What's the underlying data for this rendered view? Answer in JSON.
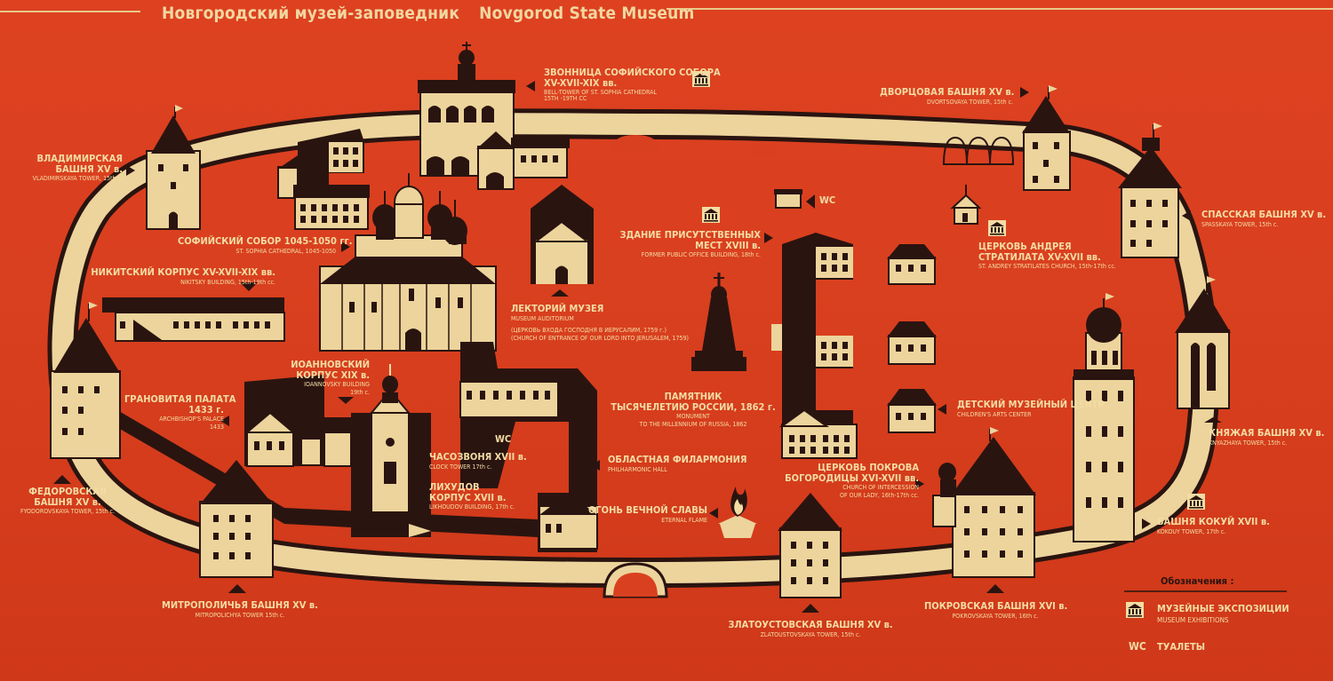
{
  "title": {
    "ru": "Новгородский музей-заповедник",
    "en": "Novgorod State Museum"
  },
  "labels": {
    "belltower": {
      "ru1": "ЗВОННИЦА СОФИЙСКОГО СОБОРА",
      "ru2": "XV-XVII-XIX вв.",
      "en1": "BELL-TOWER OF ST. SOPHIA CATHEDRAL",
      "en2": "15TH -19TH CC"
    },
    "dvortsovaya": {
      "ru": "ДВОРЦОВАЯ БАШНЯ XV в.",
      "en": "DVORTSOVAYA TOWER, 15th c."
    },
    "vladimirskaya": {
      "ru1": "ВЛАДИМИРСКАЯ",
      "ru2": "БАШНЯ XV в.",
      "en": "VLADIMIRSKAYA TOWER, 15th c."
    },
    "sophia": {
      "ru": "СОФИЙСКИЙ СОБОР 1045-1050 гг.",
      "en": "ST. SOPHIA CATHEDRAL, 1045-1050"
    },
    "nikitsky": {
      "ru": "НИКИТСКИЙ КОРПУС XV-XVII-XIX вв.",
      "en": "NIKITSKY BUILDING, 15th-19th cc."
    },
    "lectorium": {
      "ru": "ЛЕКТОРИЙ МУЗЕЯ",
      "en": "MUSEUM AUDITORIUM",
      "ru2": "(ЦЕРКОВЬ ВХОДА ГОСПОДНЯ В ИЕРУСАЛИМ, 1759 г.)",
      "en2": "(CHURCH OF ENTRANCE OF OUR LORD INTO JERUSALEM, 1759)"
    },
    "office": {
      "ru1": "ЗДАНИЕ ПРИСУТСТВЕННЫХ",
      "ru2": "МЕСТ XVIII в.",
      "en": "FORMER PUBLIC OFFICE BUILDING, 18th c."
    },
    "andrey": {
      "ru1": "ЦЕРКОВЬ АНДРЕЯ",
      "ru2": "СТРАТИЛАТА XV-XVII вв.",
      "en": "ST. ANDREY STRATILATES CHURCH, 15th-17th cc."
    },
    "spasskaya": {
      "ru": "СПАССКАЯ БАШНЯ XV в.",
      "en": "SPASSKAYA TOWER, 15th c."
    },
    "ioannovsky": {
      "ru1": "ИОАННОВСКИЙ",
      "ru2": "КОРПУС XIX в.",
      "en1": "IOANNOVSKY BUILDING",
      "en2": "19th c."
    },
    "granovitaya": {
      "ru1": "ГРАНОВИТАЯ ПАЛАТА",
      "ru2": "1433 г.",
      "en1": "ARCHBISHOP'S PALACE",
      "en2": "1433"
    },
    "monument": {
      "ru1": "ПАМЯТНИК",
      "ru2": "ТЫСЯЧЕЛЕТИЮ РОССИИ, 1862 г.",
      "en1": "MONUMENT",
      "en2": "TO THE MILLENNIUM OF RUSSIA, 1862"
    },
    "children": {
      "ru": "ДЕТСКИЙ МУЗЕЙНЫЙ ЦЕНТР",
      "en": "CHILDREN'S ARTS CENTER"
    },
    "knyazhaya": {
      "ru": "КНЯЖАЯ БАШНЯ XV в.",
      "en": "KNYAZHAYA TOWER, 15th c."
    },
    "fedorovskaya": {
      "ru1": "ФЕДОРОВСКАЯ",
      "ru2": "БАШНЯ XV в.",
      "en": "FYODOROVSKAYA TOWER, 15th c."
    },
    "clocktower": {
      "ru": "ЧАСОЗВОНЯ XVII в.",
      "en": "CLOCK TOWER 17th c."
    },
    "likhudov": {
      "ru1": "ЛИХУДОВ",
      "ru2": "КОРПУС XVII в.",
      "en": "LIKHOUDOV BUILDING, 17th c."
    },
    "philharmonic": {
      "ru": "ОБЛАСТНАЯ ФИЛАРМОНИЯ",
      "en": "PHILHARMONIC HALL"
    },
    "flame": {
      "ru": "ОГОНЬ ВЕЧНОЙ СЛАВЫ",
      "en": "ETERNAL FLAME"
    },
    "pokrova": {
      "ru1": "ЦЕРКОВЬ ПОКРОВА",
      "ru2": "БОГОРОДИЦЫ XVI-XVII вв.",
      "en1": "CHURCH OF INTERCESSION",
      "en2": "OF OUR LADY, 16th-17th cc."
    },
    "kokuy": {
      "ru": "БАШНЯ КОКУЙ XVII в.",
      "en": "KOKOUY TOWER, 17th c."
    },
    "mitropolichya": {
      "ru": "МИТРОПОЛИЧЬЯ БАШНЯ XV в.",
      "en": "MITROPOLICHYA TOWER 15th c."
    },
    "zlatoustovskaya": {
      "ru": "ЗЛАТОУСТОВСКАЯ БАШНЯ XV в.",
      "en": "ZLATOUSTOVSKAYA TOWER, 15th c."
    },
    "pokrovskaya": {
      "ru": "ПОКРОВСКАЯ БАШНЯ XVI в.",
      "en": "POKROVSKAYA TOWER, 16th c."
    }
  },
  "wc_label": "WC",
  "legend": {
    "heading": "Обозначения :",
    "museum_ru": "МУЗЕЙНЫЕ ЭКСПОЗИЦИИ",
    "museum_en": "MUSEUM EXHIBITIONS",
    "wc_symbol": "WC",
    "wc_text": "ТУАЛЕТЫ"
  },
  "colors": {
    "background": "#d63a1c",
    "wall": "#ecd49c",
    "ink": "#2a1410",
    "text": "#f3dca4"
  },
  "icons": [
    "museum-icon",
    "arrow-icon",
    "tower-icon",
    "church-icon",
    "flame-icon",
    "monument-icon"
  ]
}
